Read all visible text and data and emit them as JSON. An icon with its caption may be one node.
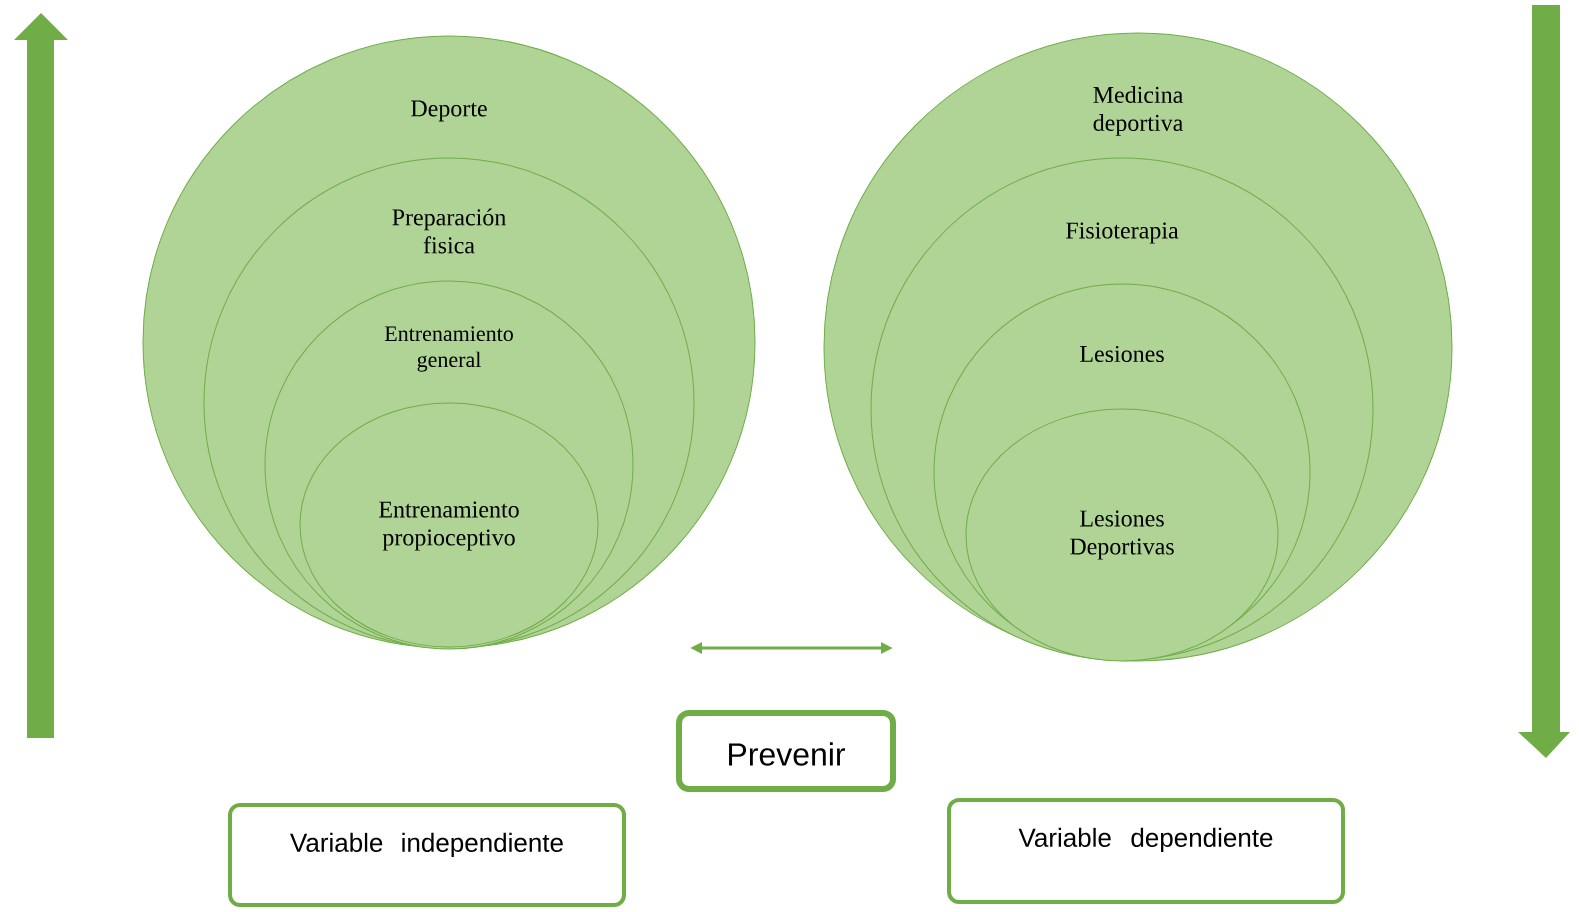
{
  "diagram": {
    "nodes": [
      {
        "text": [
          "Deporte"
        ]
      },
      {
        "text": [
          "Preparación fisica"
        ],
        "in": 0
      },
      {
        "text": [
          "Entrenamiento general"
        ],
        "in": 1
      },
      {
        "text": [
          "Entrenamiento propioceptivo"
        ],
        "in": 2
      },
      {
        "text": [
          "Medicina deportiva"
        ]
      },
      {
        "text": [
          "Fisioterapia"
        ],
        "in": 4
      },
      {
        "text": [
          "Lesiones"
        ],
        "in": 5
      },
      {
        "text": [
          "Lesiones Deportivas"
        ],
        "in": 6
      },
      {
        "text": [
          "Prevenir"
        ]
      },
      {
        "text": [
          "Variable independiente"
        ]
      },
      {
        "text": [
          "Variable dependiente"
        ]
      }
    ]
  }
}
